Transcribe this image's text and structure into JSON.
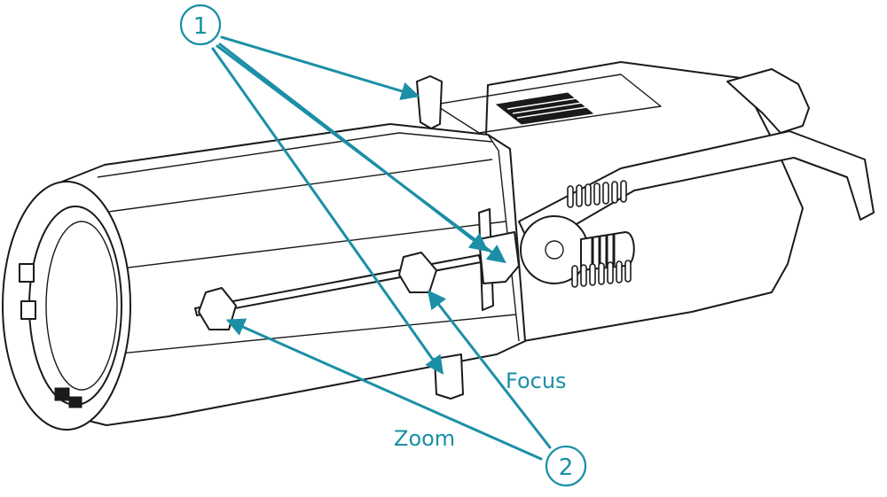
{
  "colors": {
    "accent": "#1b8fa6",
    "line": "#1a1a1a"
  },
  "callouts": [
    {
      "id": "callout-1",
      "number": "1"
    },
    {
      "id": "callout-2",
      "number": "2"
    }
  ],
  "labels": {
    "focus": "Focus",
    "zoom": "Zoom"
  }
}
